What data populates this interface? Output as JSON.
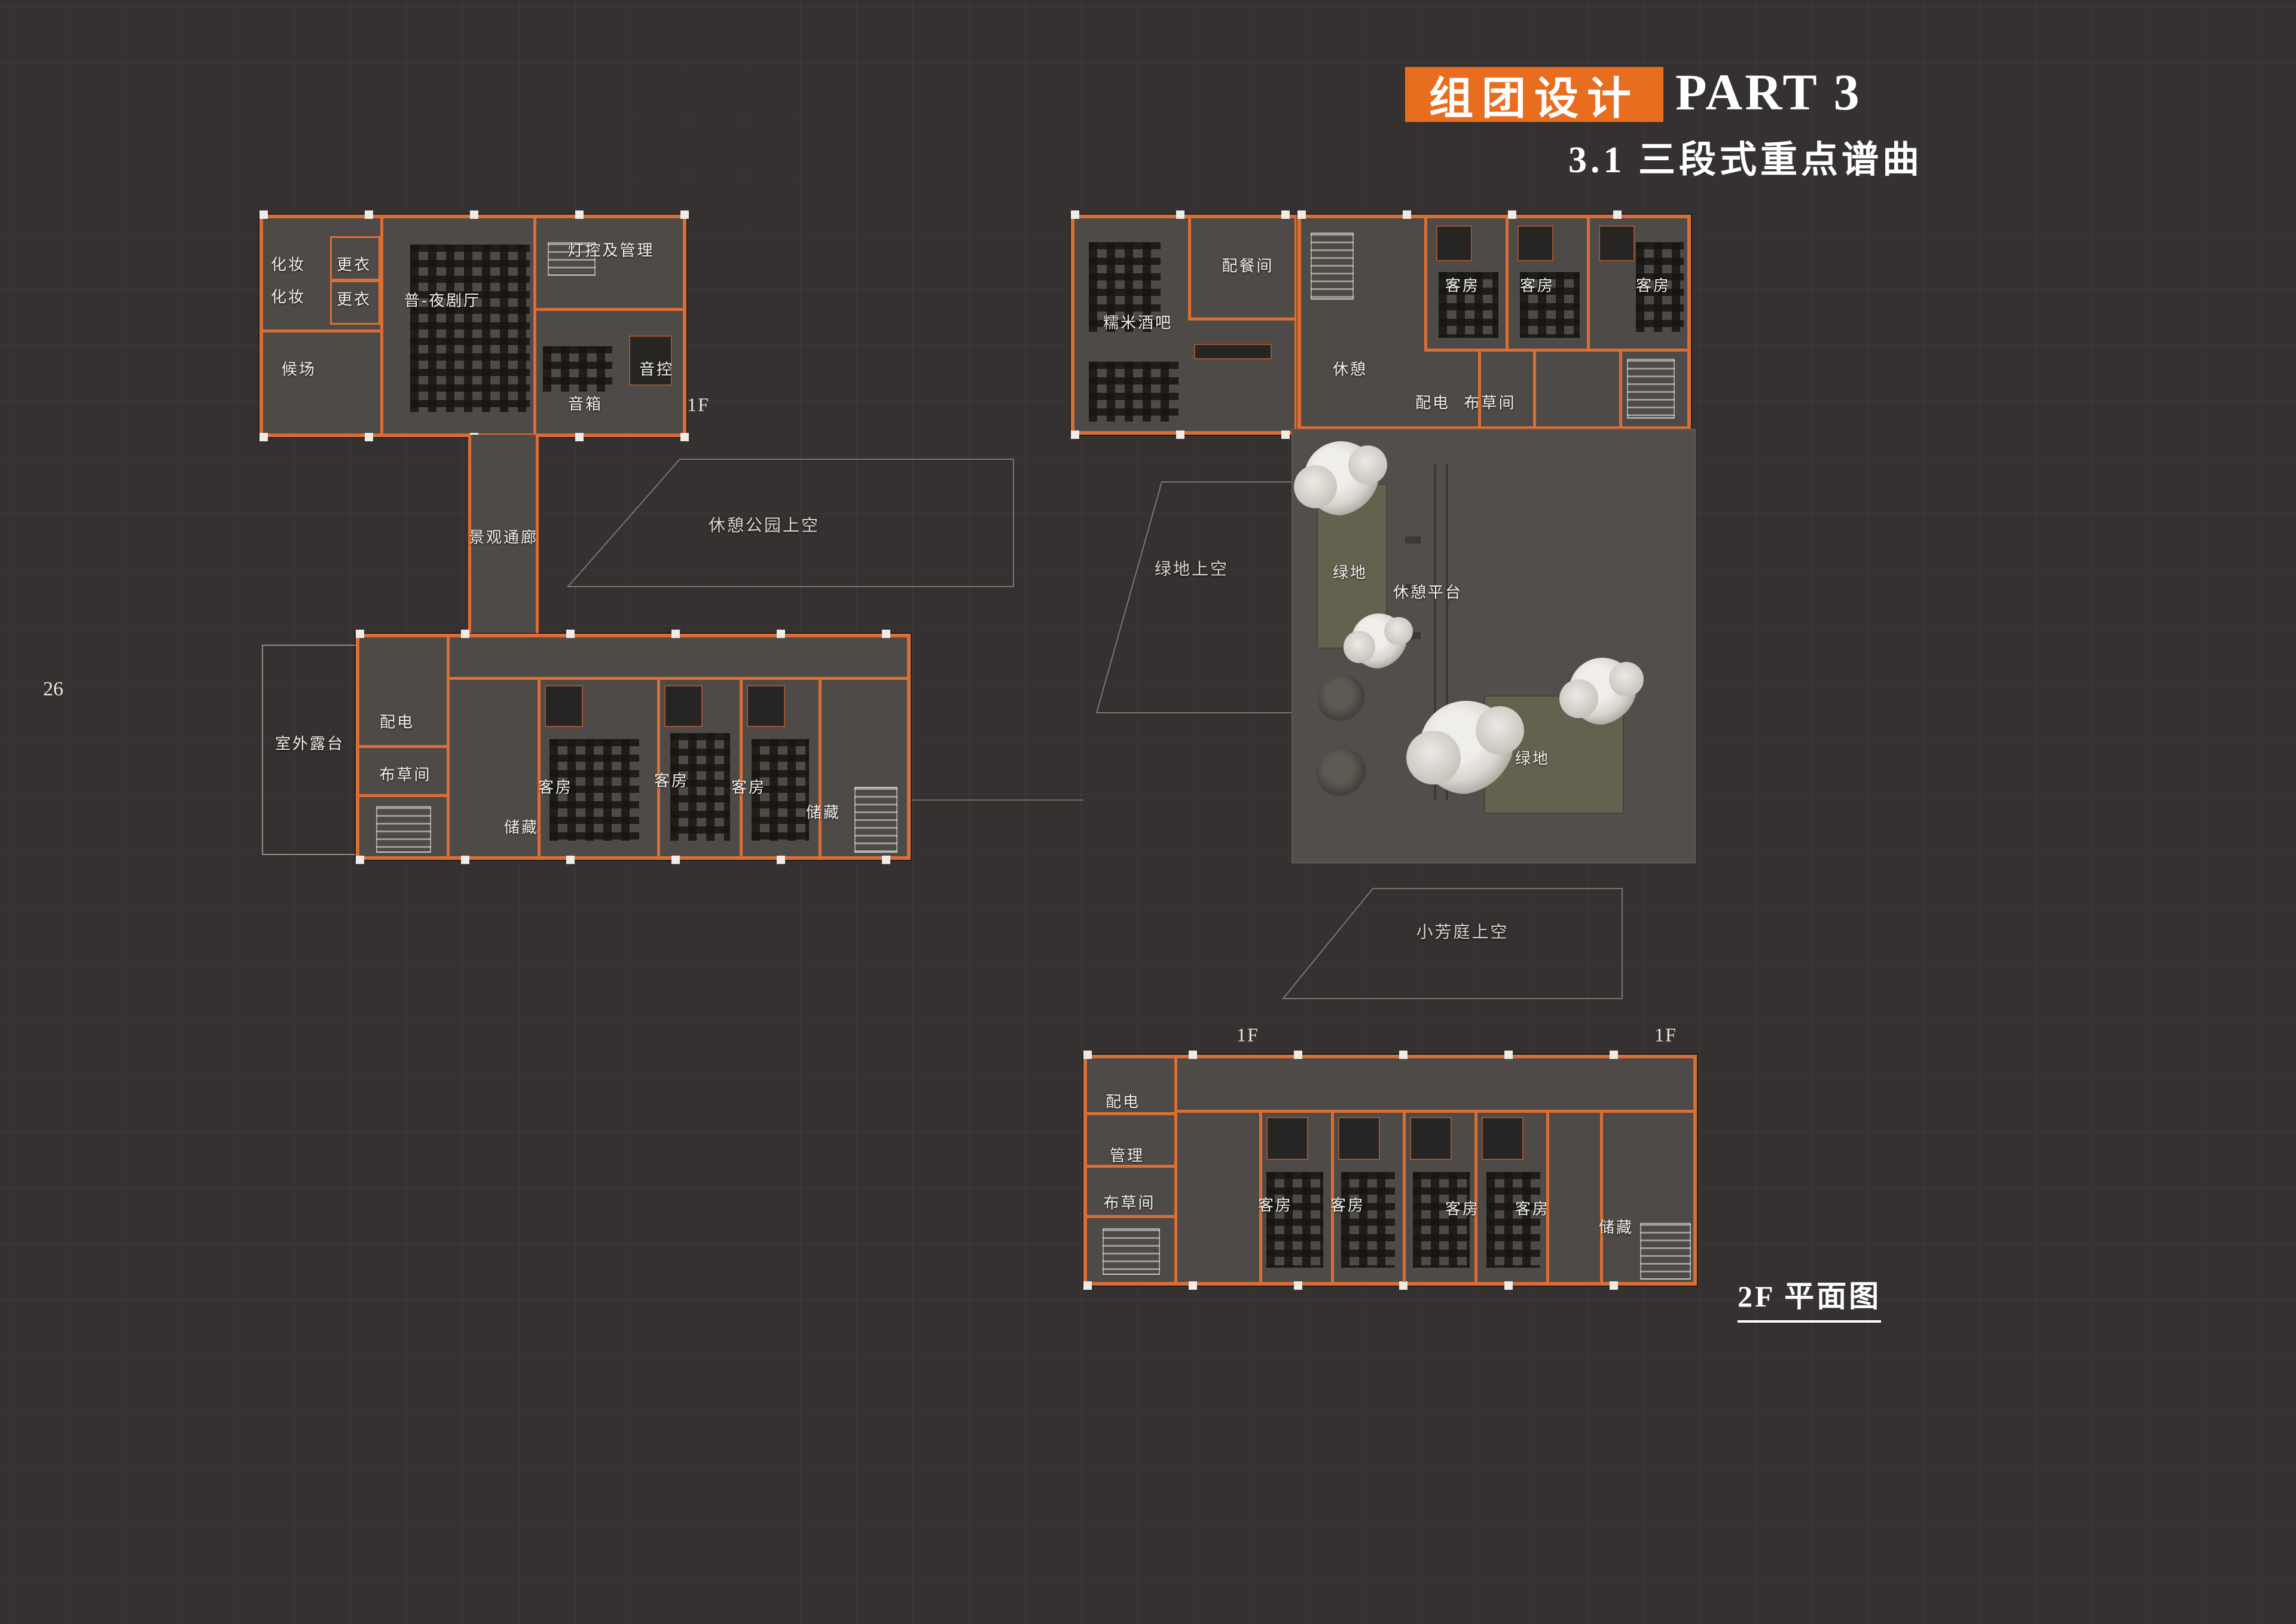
{
  "header": {
    "title_highlight": "组团设计",
    "title_part": "PART 3",
    "subtitle": "3.1 三段式重点谱曲"
  },
  "page": {
    "number": "26",
    "caption": "2F 平面图"
  },
  "floor_tags": {
    "theater": "1F",
    "south_left": "1F",
    "south_right": "1F"
  },
  "site": {
    "corridor": "景观通廊",
    "park_void": "休憩公园上空",
    "terrace": "室外露台",
    "green_void": "绿地上空",
    "green_north": "绿地",
    "rest_platform": "休憩平台",
    "green_south": "绿地",
    "courtyard_void": "小芳庭上空"
  },
  "theater": {
    "makeup1": "化妆",
    "makeup2": "化妆",
    "dressing1": "更衣",
    "dressing2": "更衣",
    "waiting": "候场",
    "hall": "普-夜剧厅",
    "lighting": "灯控及管理",
    "sound": "音控",
    "speaker": "音箱"
  },
  "west_block": {
    "power": "配电",
    "linen": "布草间",
    "storage1": "储藏",
    "guest1": "客房",
    "guest2": "客房",
    "guest3": "客房",
    "storage2": "储藏"
  },
  "bar_block": {
    "pantry": "配餐间",
    "bar": "糯米酒吧"
  },
  "north_block": {
    "rest": "休憩",
    "guest1": "客房",
    "guest2": "客房",
    "guest3": "客房",
    "power": "配电",
    "linen": "布草间"
  },
  "south_block": {
    "power": "配电",
    "admin": "管理",
    "linen": "布草间",
    "guest1": "客房",
    "guest2": "客房",
    "guest3": "客房",
    "guest4": "客房",
    "storage": "储藏"
  },
  "colors": {
    "background": "#343130",
    "floor_gray": "#4d4a47",
    "wall_orange": "#db6e35",
    "title_orange": "#e96d1f",
    "green_area": "#63624f",
    "text": "#f2f0ec"
  }
}
